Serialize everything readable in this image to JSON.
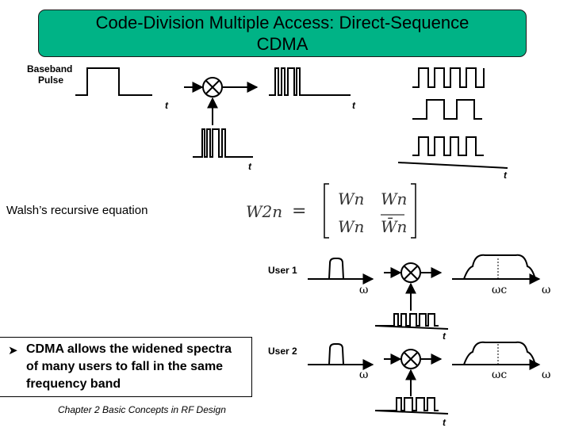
{
  "slide": {
    "title_line1": "Code-Division Multiple Access: Direct-Sequence",
    "title_line2": "CDMA",
    "title_bg": "#00b386"
  },
  "diagram": {
    "baseband_label_1": "Baseband",
    "baseband_label_2": "Pulse",
    "time_axis": "t",
    "user1_label": "User 1",
    "user2_label": "User 2",
    "freq_axis": "ω",
    "carrier": "ωc",
    "mixer_icon": "multiplier-circle"
  },
  "walsh": {
    "label": "Walsh’s recursive equation",
    "lhs": "W2n",
    "equals": "=",
    "matrix": [
      [
        "Wn",
        "Wn"
      ],
      [
        "Wn",
        "W̄n"
      ]
    ]
  },
  "bullet": {
    "icon": "arrow-bullet-icon",
    "text": "CDMA allows the widened spectra of many users to fall in the same frequency band"
  },
  "footer": "Chapter 2 Basic Concepts in RF Design"
}
